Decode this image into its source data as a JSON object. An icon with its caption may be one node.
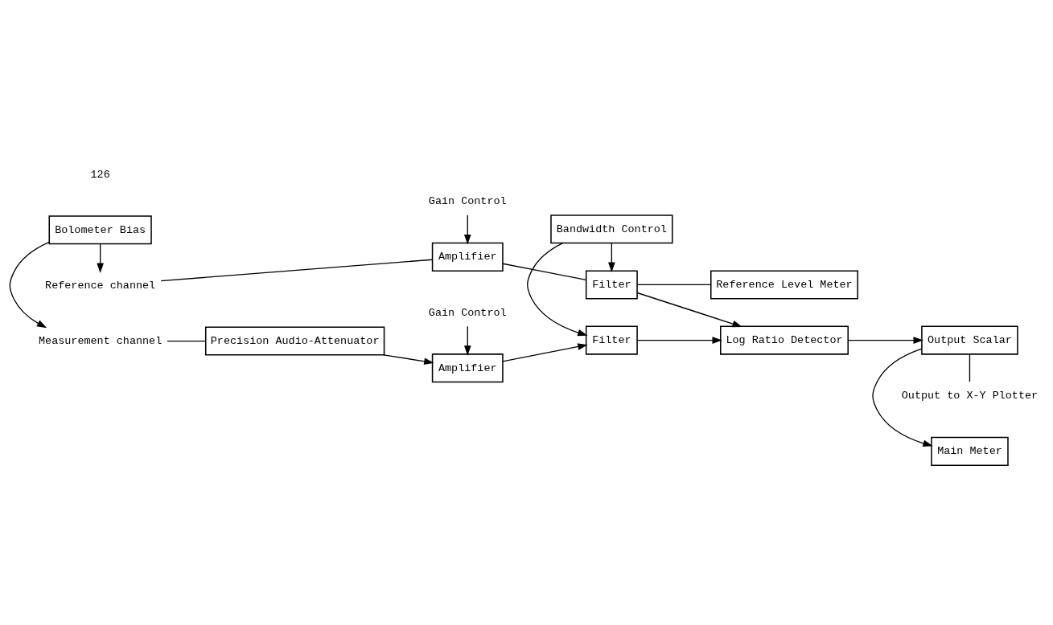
{
  "diagram": {
    "nodes": [
      {
        "text": [
          "Measurement channel"
        ]
      },
      {
        "text": [
          "Precision Audio-Attenuator"
        ]
      },
      {
        "text": [
          "Gain Control"
        ]
      },
      {
        "text": [
          "Amplifier"
        ]
      },
      {
        "text": [
          "Filter"
        ]
      },
      {
        "text": [
          "Log Ratio Detector"
        ]
      },
      {
        "text": [
          "Output to X-Y Plotter"
        ]
      },
      {
        "text": [
          "Bandwidth Control"
        ]
      },
      {
        "text": [
          "Output Scalar"
        ]
      },
      {
        "text": [
          "Bolometer Bias"
        ]
      },
      {
        "text": [
          "Reference channel"
        ]
      },
      {
        "text": [
          "Amplifier"
        ]
      },
      {
        "text": [
          "Filter"
        ]
      },
      {
        "text": [
          "Gain Control"
        ]
      },
      {
        "text": [
          "Reference Level Meter"
        ]
      },
      {
        "text": [
          "Main Meter"
        ]
      }
    ],
    "edges": [
      {
        "from": 0,
        "to": 1,
        "arrow": "none"
      },
      {
        "from": 9,
        "to": 0,
        "arrow": "to"
      },
      {
        "from": 1,
        "to": 3,
        "arrow": "to"
      },
      {
        "from": 2,
        "to": 3,
        "arrow": "to"
      },
      {
        "from": 3,
        "to": 4,
        "arrow": "to"
      },
      {
        "from": 4,
        "to": 5,
        "arrow": "to"
      },
      {
        "from": 7,
        "to": 4,
        "arrow": "to"
      },
      {
        "from": 7,
        "to": 12,
        "arrow": "to"
      },
      {
        "from": 9,
        "to": 10,
        "arrow": "to"
      },
      {
        "from": 10,
        "to": 11,
        "arrow": "none"
      },
      {
        "from": 13,
        "to": 11,
        "arrow": "to"
      },
      {
        "from": 11,
        "to": 12,
        "arrow": "none"
      },
      {
        "from": 12,
        "to": 5,
        "arrow": "to"
      },
      {
        "from": 12,
        "to": 14,
        "arrow": "none"
      },
      {
        "from": 5,
        "to": 8,
        "arrow": "to"
      },
      {
        "from": 8,
        "to": 6,
        "arrow": "none"
      },
      {
        "from": 8,
        "to": 15,
        "arrow": "to"
      }
    ],
    "labels": [
      "126"
    ]
  }
}
